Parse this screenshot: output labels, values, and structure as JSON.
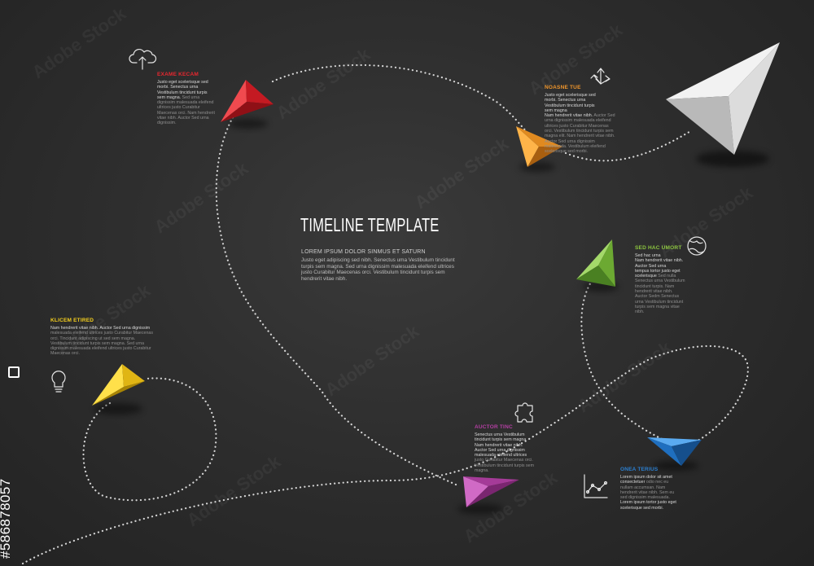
{
  "heading": {
    "title": "TIMELINE TEMPLATE",
    "subtitle": "LOREM IPSUM DOLOR SINMUS ET SATURN",
    "body_light": "Justo eget adipiscing sed nibh. Senectus uma Vestibulum tincidunt turpis sem magna. Sed urna dignissim malesuada eleifend ultrices justo Curabitur Maecenas orci. Vestibulum tincidunt turpis sem hendrerit vitae nibh."
  },
  "steps": [
    {
      "title": "EXAME KECAM",
      "color": "#e8272f",
      "icon": "cloud-upload-icon",
      "lines": [
        "Justo eget scelerisque sed",
        "morbi. Senectus urna",
        "Vestibulum tincidunt turpis",
        "sem magna."
      ],
      "dim": "Sed urna dignissim malesuada eleifend ultrices justo Curabitur Maecenas orci. Nam hendrerit vitae nibh. Auctor Sed urna dignissim."
    },
    {
      "title": "NOASNE TUE",
      "color": "#f0962c",
      "icon": "arrows-split-icon",
      "lines": [
        "Justo eget scelerisque sed",
        "morbi. Senectus urna",
        "Vestibulum tincidunt turpis",
        "sem magna",
        "Nam hendrerit vitae nibh."
      ],
      "dim": "Auctor Sed urna dignissim malesuada eleifend ultrices justo Curabitur Maecenas orci. Vestibulum tincidunt turpis sem magna elit. Nam hendrerit vitae nibh. Auctor Sed urna dignissim malesuada. Vestibulum eleifend scelerisque sed morbi."
    },
    {
      "title": "SED HAC UMORT",
      "color": "#8bc43f",
      "icon": "globe-icon",
      "lines": [
        "Sed hac urna",
        "Nam hendrerit vitae nibh.",
        "Auctor Sed urna",
        "tempus tortor justo eget",
        "scelerisque"
      ],
      "dim": "Sed nulla Senectus urna Vestibulum tincidunt turpis. Nam hendrerit vitae nibh. Auctor Sedm Senectus urna Vestibulum tincidunt turpis sem magna vitae nibh."
    },
    {
      "title": "KLICEM ETIRED",
      "color": "#f5cf1e",
      "icon": "lightbulb-icon",
      "lines": [
        "Nam hendrerit vitae nibh. Auctor Sed urna dignissim"
      ],
      "dim": "malesuada eleifend ultrices justo Curabitur Maecenas orci. Tincidunt adipiscing ut sed sem magna. Vestibulum tincidunt turpis sem magna. Sed urna dignissim malesuada eleifend ultrices justo Curabitur Maecenas orci."
    },
    {
      "title": "AUCTOR TINC",
      "color": "#b43fa3",
      "icon": "puzzle-icon",
      "lines": [
        "Senectus urna Vestibulum",
        "tincidunt turpis sem magna",
        "Nam hendrerit vitae nibh.",
        "Auctor Sed urna dignissim",
        "malesuada eleifend ultrices"
      ],
      "dim": "justo Curabitur Maecenas orci. Vestibulum tincidunt turpis sem magna."
    },
    {
      "title": "ONEA TERIUS",
      "color": "#2b7fd0",
      "icon": "line-chart-icon",
      "lines": [
        "Lorem ipsum dolor sit amet",
        "consectetuer",
        "Lorem ipsum tortor justo eget",
        "scelerisque sed morbi."
      ],
      "dim": "odio nec eu nullam accumsan. Nam hendrerit vitae nibh. Sem eu sed dignissim malesuada."
    }
  ],
  "watermark": {
    "id": "#586878057",
    "stock_text": "Adobe Stock"
  }
}
